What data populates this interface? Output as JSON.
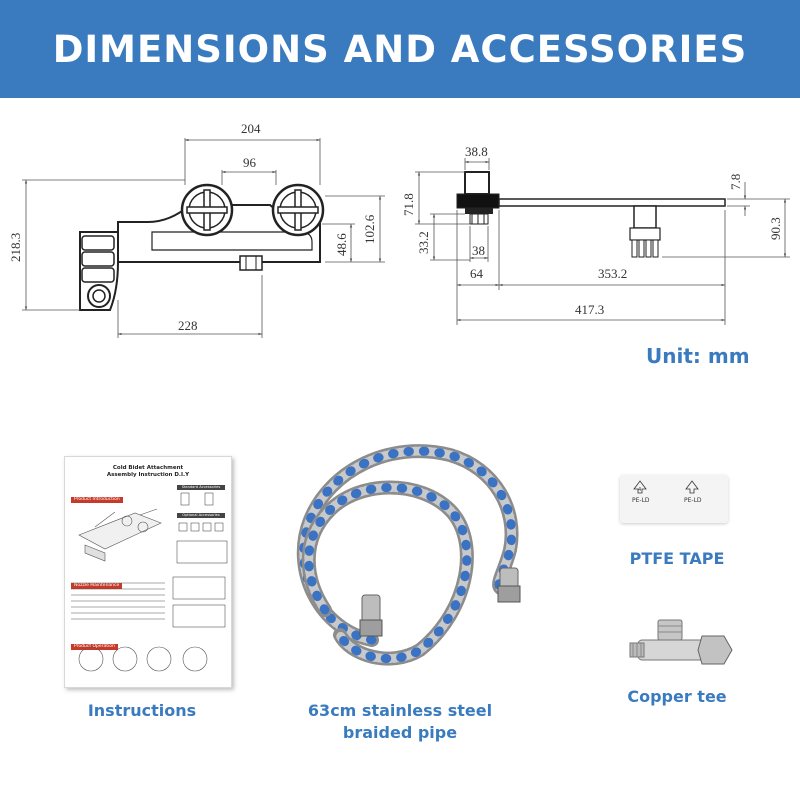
{
  "banner": {
    "title": "DIMENSIONS AND ACCESSORIES",
    "bg_color": "#3a7bbf"
  },
  "unit_label": "Unit: mm",
  "accent_color": "#3a7bbf",
  "front_view": {
    "dims": {
      "width_top": "204",
      "knob_spacing": "96",
      "height_left": "218.3",
      "height_right": "102.6",
      "small_height": "48.6",
      "bottom_length": "228"
    }
  },
  "side_view": {
    "dims": {
      "top_width": "38.8",
      "height_left": "71.8",
      "lower_height": "33.2",
      "pipe_width": "38",
      "left_length": "64",
      "main_length": "353.2",
      "total_length": "417.3",
      "top_right": "7.8",
      "right_height": "90.3"
    }
  },
  "manual": {
    "title_line1": "Cold Bidet Attachment",
    "title_line2": "Assembly Instruction D.I.Y",
    "section1": "Product Introduction",
    "section2": "Nozzle Maintenance",
    "section3": "Product Operation",
    "sub1": "Standard Accessories",
    "sub2": "Optional Accessories"
  },
  "tape": {
    "label1": "PE-LD",
    "label2": "PE-LD",
    "recycle_code": "4"
  },
  "accessories": [
    {
      "caption": "Instructions",
      "icon": "manual-icon"
    },
    {
      "caption_line1": "63cm stainless steel",
      "caption_line2": "braided pipe",
      "icon": "braided-hose-icon"
    },
    {
      "caption": "PTFE TAPE",
      "icon": "tape-icon"
    },
    {
      "caption": "Copper tee",
      "icon": "tee-fitting-icon"
    }
  ]
}
